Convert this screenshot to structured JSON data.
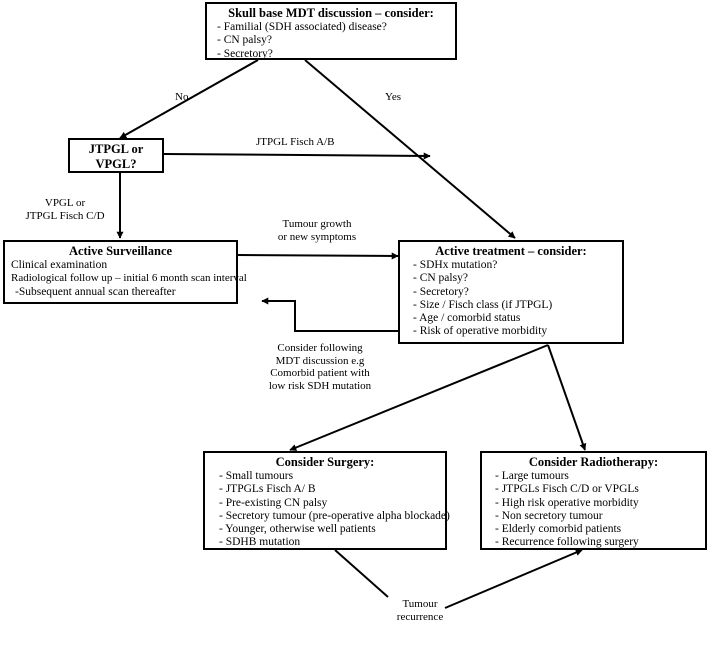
{
  "nodes": {
    "mdt": {
      "title": "Skull base MDT discussion – consider:",
      "items": [
        "- Familial (SDH associated) disease?",
        "- CN palsy?",
        "- Secretory?"
      ]
    },
    "jtpgl": {
      "line1": "JTPGL or",
      "line2": "VPGL?"
    },
    "surveillance": {
      "title": "Active Surveillance",
      "items": [
        "Clinical examination",
        "Radiological follow up – initial 6 month scan interval",
        "-Subsequent annual scan thereafter"
      ]
    },
    "treatment": {
      "title": "Active treatment – consider:",
      "items": [
        "- SDHx mutation?",
        "- CN palsy?",
        "- Secretory?",
        "- Size / Fisch class (if JTPGL)",
        "- Age / comorbid status",
        "- Risk of operative morbidity"
      ]
    },
    "surgery": {
      "title": "Consider Surgery:",
      "items": [
        "- Small tumours",
        "- JTPGLs Fisch A/ B",
        "- Pre-existing CN palsy",
        "- Secretory tumour (pre-operative alpha blockade)",
        "- Younger, otherwise well patients",
        "- SDHB mutation"
      ]
    },
    "radiotherapy": {
      "title": "Consider Radiotherapy:",
      "items": [
        "- Large tumours",
        "- JTPGLs Fisch C/D or VPGLs",
        "- High risk operative morbidity",
        "- Non secretory tumour",
        "- Elderly comorbid patients",
        "- Recurrence following surgery"
      ]
    }
  },
  "labels": {
    "no": "No",
    "yes": "Yes",
    "fisch_ab": "JTPGL Fisch A/B",
    "vpgl_cd": [
      "VPGL or",
      "JTPGL Fisch C/D"
    ],
    "growth": [
      "Tumour growth",
      "or new symptoms"
    ],
    "consider_following": [
      "Consider following",
      "MDT discussion e.g",
      "Comorbid patient with",
      "low risk SDH mutation"
    ],
    "recurrence": [
      "Tumour",
      "recurrence"
    ]
  }
}
